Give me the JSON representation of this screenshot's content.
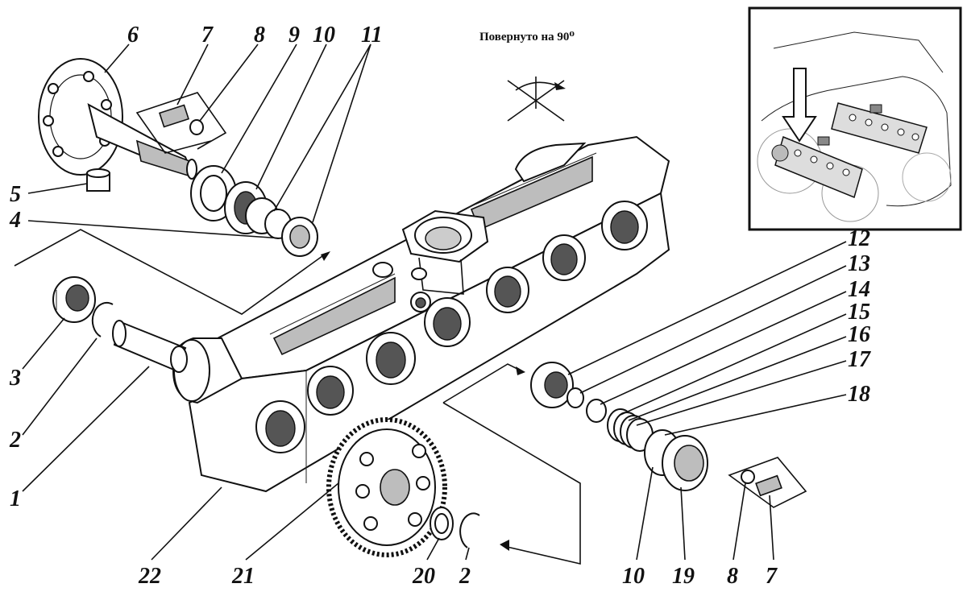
{
  "caption": "Повернуто на 90⁰",
  "labels": {
    "l1": "1",
    "l2a": "2",
    "l2b": "2",
    "l3": "3",
    "l4": "4",
    "l5": "5",
    "l6": "6",
    "l7a": "7",
    "l7b": "7",
    "l8a": "8",
    "l8b": "8",
    "l9": "9",
    "l10a": "10",
    "l10b": "10",
    "l11": "11",
    "l12": "12",
    "l13": "13",
    "l14": "14",
    "l15": "15",
    "l16": "16",
    "l17": "17",
    "l18": "18",
    "l19": "19",
    "l20": "20",
    "l21": "21",
    "l22": "22"
  }
}
